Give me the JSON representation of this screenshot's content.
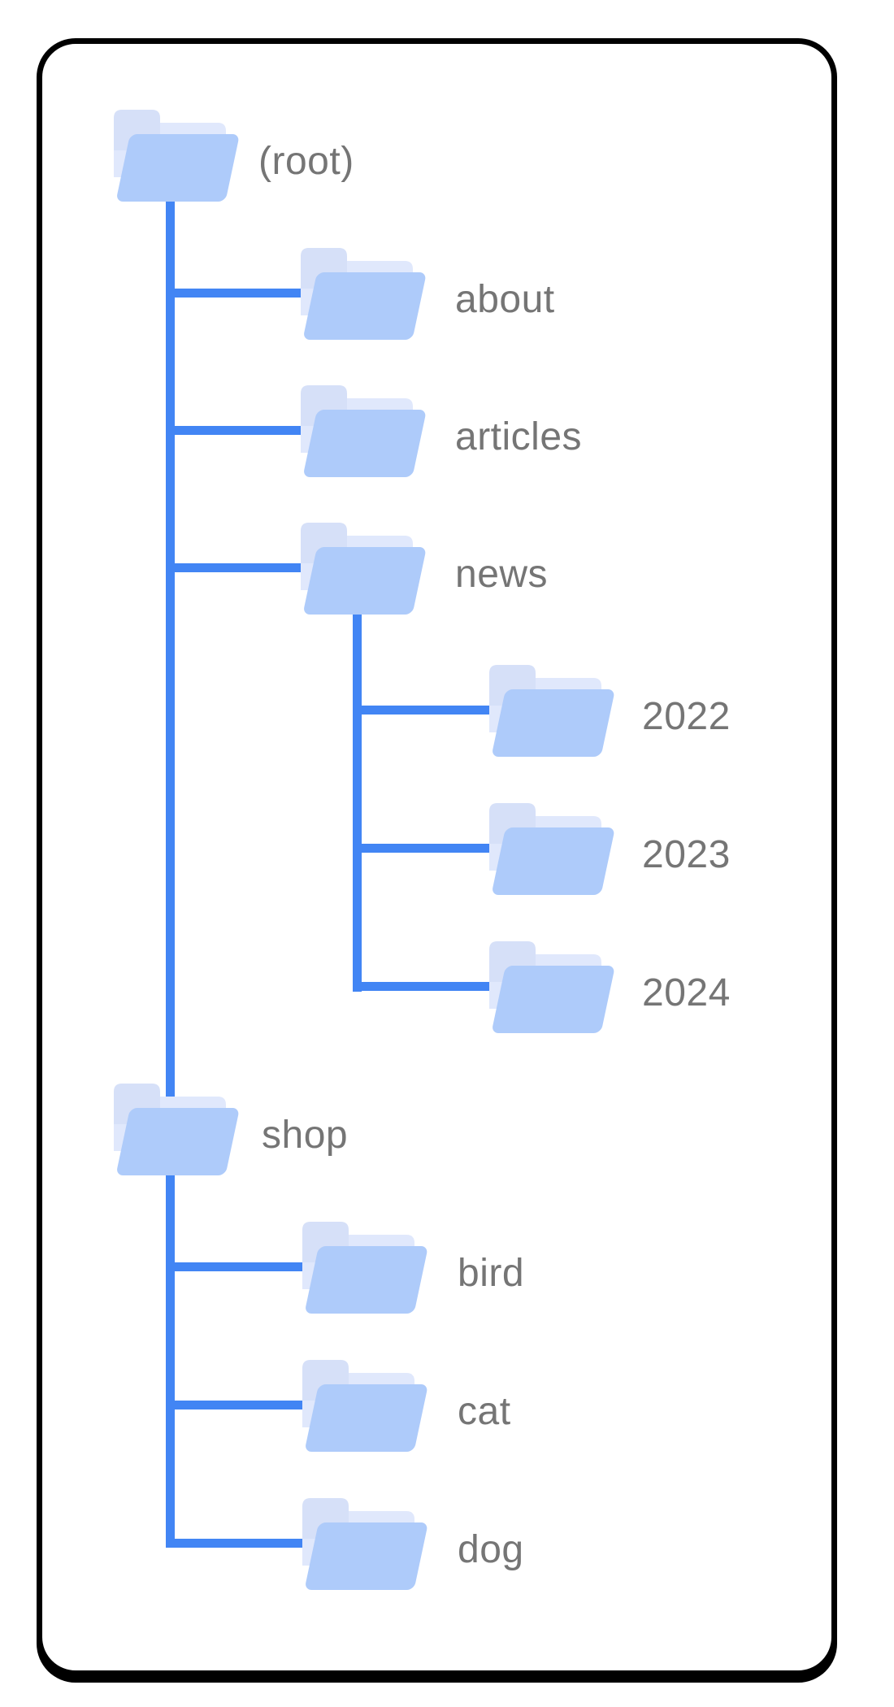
{
  "diagram": {
    "kind": "site-folder-structure-tree",
    "tree": {
      "label": "(root)",
      "children": [
        {
          "label": "about",
          "children": []
        },
        {
          "label": "articles",
          "children": []
        },
        {
          "label": "news",
          "children": [
            {
              "label": "2022"
            },
            {
              "label": "2023"
            },
            {
              "label": "2024"
            }
          ]
        },
        {
          "label": "shop",
          "children": [
            {
              "label": "bird"
            },
            {
              "label": "cat"
            },
            {
              "label": "dog"
            }
          ]
        }
      ]
    }
  },
  "colors": {
    "background": "#FFFFFF",
    "card_border": "#000000",
    "connector_blue": "#4285F4",
    "folder_front": "#AECBFA",
    "folder_sheet": "#E0E8FC",
    "folder_tab": "#D6E0F8",
    "label_gray": "#757575"
  }
}
